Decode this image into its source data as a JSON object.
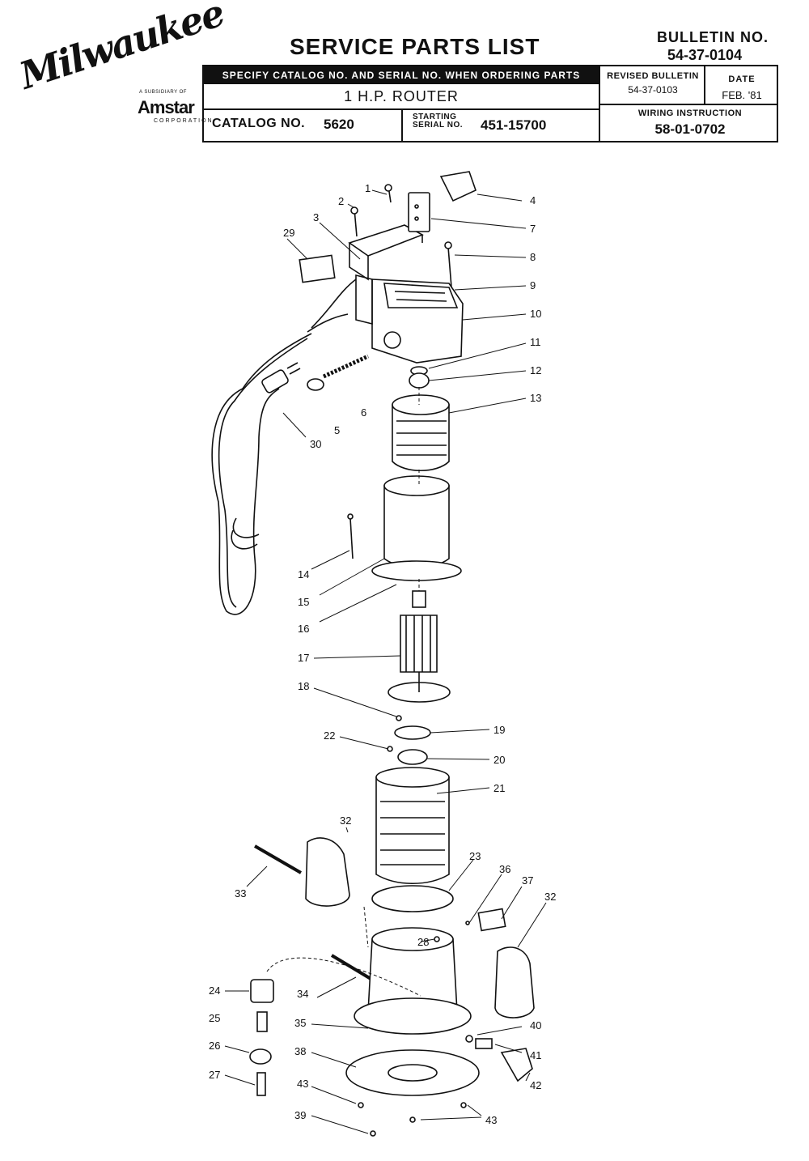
{
  "brand": {
    "name": "Milwaukee",
    "subsidiary": "A SUBSIDIARY OF",
    "parent": "Amstar",
    "parent_sub": "CORPORATION"
  },
  "header": {
    "title": "SERVICE PARTS LIST",
    "bulletin_label": "BULLETIN NO.",
    "bulletin_no": "54-37-0104",
    "specify_note": "SPECIFY CATALOG NO. AND SERIAL NO. WHEN ORDERING PARTS",
    "product": "1 H.P. ROUTER",
    "revised_label": "REVISED BULLETIN",
    "revised_value": "54-37-0103",
    "date_label": "DATE",
    "date_value": "FEB. '81",
    "catalog_label": "CATALOG NO.",
    "catalog_value": "5620",
    "starting_label_1": "STARTING",
    "starting_label_2": "SERIAL NO.",
    "serial_value": "451-15700",
    "wiring_label": "WIRING INSTRUCTION",
    "wiring_value": "58-01-0702"
  },
  "callouts": [
    "1",
    "2",
    "3",
    "4",
    "5",
    "6",
    "7",
    "8",
    "9",
    "10",
    "11",
    "12",
    "13",
    "14",
    "15",
    "16",
    "17",
    "18",
    "19",
    "20",
    "21",
    "22",
    "23",
    "24",
    "25",
    "26",
    "27",
    "28",
    "29",
    "30",
    "32",
    "32",
    "33",
    "34",
    "35",
    "36",
    "37",
    "38",
    "39",
    "40",
    "41",
    "42",
    "43",
    "43"
  ]
}
